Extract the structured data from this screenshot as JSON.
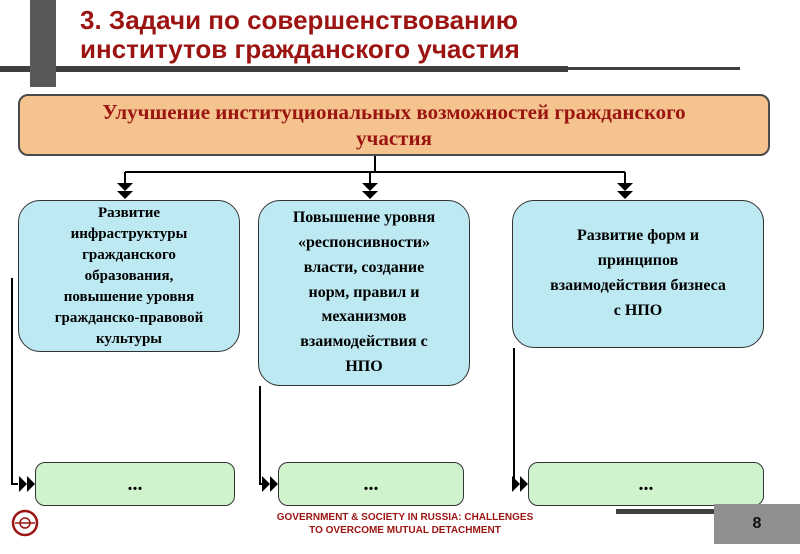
{
  "slide": {
    "title": "3. Задачи по совершенствованию\nинститутов гражданского участия",
    "page_number": "8",
    "footer": "GOVERNMENT & SOCIETY IN RUSSIA: CHALLENGES\nTO OVERCOME MUTUAL DETACHMENT"
  },
  "diagram": {
    "root": {
      "label": "Улучшение институциональных возможностей гражданского\nучастия"
    },
    "branches": [
      {
        "label": "Развитие\nинфраструктуры\nгражданского\nобразования,\nповышение уровня\nгражданско-правовой\nкультуры",
        "leaf": "..."
      },
      {
        "label": "Повышение уровня\n«респонсивности»\nвласти, создание\nнорм, правил и\nмеханизмов\nвзаимодействия с\nНПО",
        "leaf": "..."
      },
      {
        "label": "Развитие форм и\nпринципов\nвзаимодействия бизнеса\nс НПО",
        "leaf": "..."
      }
    ]
  },
  "colors": {
    "accent_red": "#9B1412",
    "root_bg": "#F5C48E",
    "branch_bg": "#BDE9F2",
    "leaf_bg": "#CFF3CC",
    "line_dark": "#3F3F3F",
    "slide_gray": "#595959",
    "page_box_bg": "#8F8F8F"
  }
}
